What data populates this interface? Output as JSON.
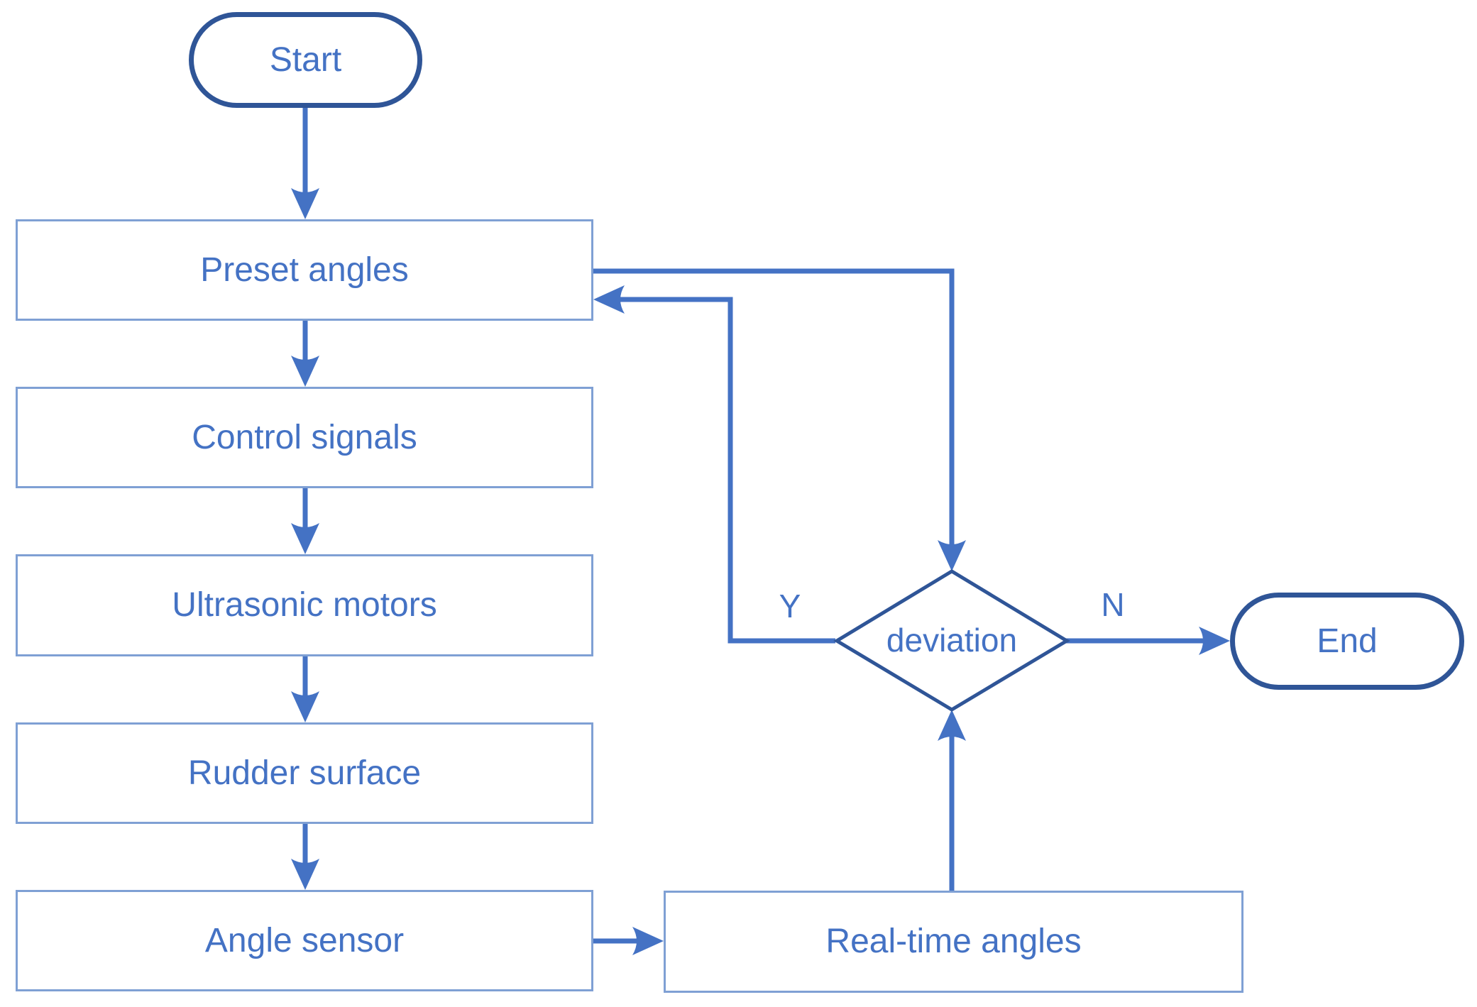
{
  "diagram": {
    "type": "flowchart",
    "nodes": [
      {
        "id": "start",
        "type": "terminator",
        "label": "Start"
      },
      {
        "id": "preset_angles",
        "type": "process",
        "label": "Preset angles"
      },
      {
        "id": "control_signals",
        "type": "process",
        "label": "Control signals"
      },
      {
        "id": "ultrasonic_motors",
        "type": "process",
        "label": "Ultrasonic motors"
      },
      {
        "id": "rudder_surface",
        "type": "process",
        "label": "Rudder surface"
      },
      {
        "id": "angle_sensor",
        "type": "process",
        "label": "Angle sensor"
      },
      {
        "id": "real_time_angles",
        "type": "process",
        "label": "Real-time angles"
      },
      {
        "id": "deviation",
        "type": "decision",
        "label": "deviation"
      },
      {
        "id": "end",
        "type": "terminator",
        "label": "End"
      }
    ],
    "edges": [
      {
        "from": "start",
        "to": "preset_angles"
      },
      {
        "from": "preset_angles",
        "to": "control_signals"
      },
      {
        "from": "control_signals",
        "to": "ultrasonic_motors"
      },
      {
        "from": "ultrasonic_motors",
        "to": "rudder_surface"
      },
      {
        "from": "rudder_surface",
        "to": "angle_sensor"
      },
      {
        "from": "angle_sensor",
        "to": "real_time_angles"
      },
      {
        "from": "real_time_angles",
        "to": "deviation"
      },
      {
        "from": "preset_angles",
        "to": "deviation"
      },
      {
        "from": "deviation",
        "to": "preset_angles",
        "label": "Y"
      },
      {
        "from": "deviation",
        "to": "end",
        "label": "N"
      }
    ],
    "colors": {
      "connector": "#4472C4",
      "text": "#4472C4",
      "process_border": "#7FA0D4",
      "terminator_border": "#2F5597",
      "decision_border": "#2F5597",
      "background": "#FFFFFF"
    }
  }
}
